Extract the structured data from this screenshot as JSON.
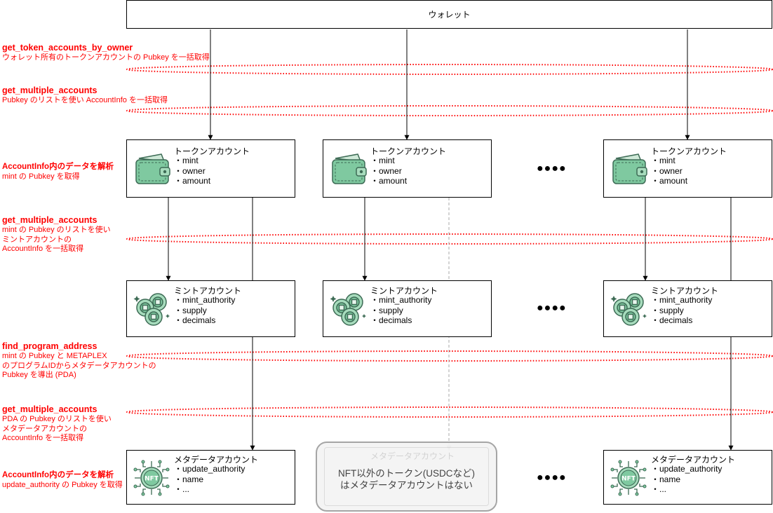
{
  "wallet": {
    "label": "ウォレット"
  },
  "steps": [
    {
      "title": "get_token_accounts_by_owner",
      "desc": [
        "ウォレット所有のトークンアカウントの Pubkey を一括取得"
      ]
    },
    {
      "title": "get_multiple_accounts",
      "desc": [
        "Pubkey のリストを使い AccountInfo を一括取得"
      ]
    },
    {
      "title": "AccountInfo内のデータを解析",
      "desc": [
        "mint の Pubkey を取得"
      ]
    },
    {
      "title": "get_multiple_accounts",
      "desc": [
        "mint の Pubkey のリストを使い",
        "ミントアカウントの",
        "AccountInfo を一括取得"
      ]
    },
    {
      "title": "find_program_address",
      "desc": [
        "mint の Pubkey と METAPLEX",
        "のプログラムIDからメタデータアカウントの",
        "Pubkey を導出 (PDA)"
      ]
    },
    {
      "title": "get_multiple_accounts",
      "desc": [
        "PDA の Pubkey のリストを使い",
        "メタデータアカウントの",
        "AccountInfo を一括取得"
      ]
    },
    {
      "title": "AccountInfo内のデータを解析",
      "desc": [
        "update_authority の Pubkey を取得"
      ]
    }
  ],
  "token_account": {
    "title": "トークンアカウント",
    "fields": [
      "・mint",
      "・owner",
      "・amount"
    ],
    "icon": "wallet-icon"
  },
  "mint_account": {
    "title": "ミントアカウント",
    "fields": [
      "・mint_authority",
      "・supply",
      "・decimals"
    ],
    "icon": "coins-icon"
  },
  "metadata_account": {
    "title": "メタデータアカウント",
    "fields": [
      "・update_authority",
      "・name",
      "・..."
    ],
    "icon": "nft-icon"
  },
  "ellipsis": "●●●●",
  "non_nft_note": {
    "ghost_title": "メタデータアカウント",
    "lines": [
      "NFT以外のトークン(USDCなど)",
      "はメタデータアカウントはない"
    ]
  },
  "colors": {
    "step_text": "#ff0000",
    "dotted_ellipse": "#ff0000",
    "icon_green": "#7fc9a0",
    "icon_dark": "#3d6b55"
  }
}
